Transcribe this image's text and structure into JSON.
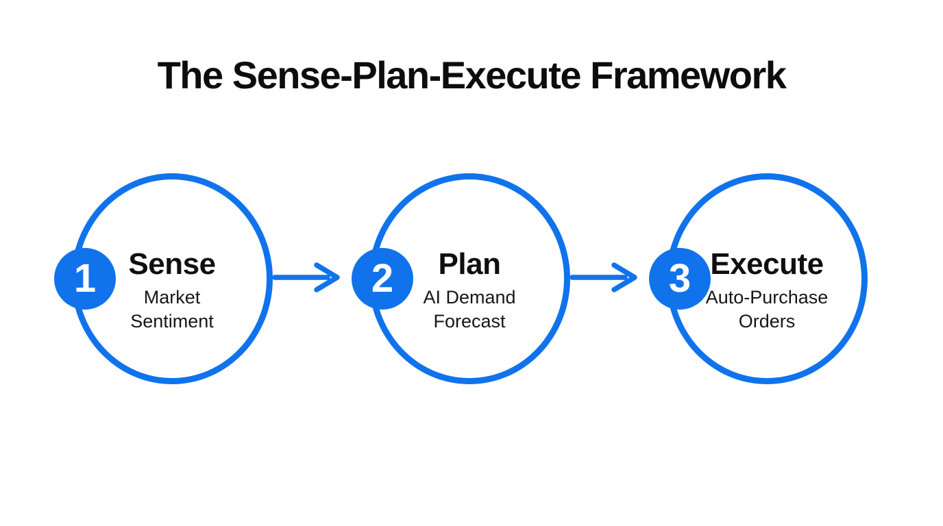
{
  "diagram": {
    "title": "The Sense-Plan-Execute Framework",
    "accent_color": "#1173EB",
    "text_color": "#0d0d0d",
    "background_color": "#FFFFFF",
    "steps": [
      {
        "number": "1",
        "label": "Sense",
        "description": "Market\nSentiment"
      },
      {
        "number": "2",
        "label": "Plan",
        "description": "AI Demand\nForecast"
      },
      {
        "number": "3",
        "label": "Execute",
        "description": "Auto-Purchase\nOrders"
      }
    ],
    "connectors": [
      {
        "from": "Sense",
        "to": "Plan",
        "type": "arrow-right"
      },
      {
        "from": "Plan",
        "to": "Execute",
        "type": "arrow-right"
      }
    ]
  }
}
